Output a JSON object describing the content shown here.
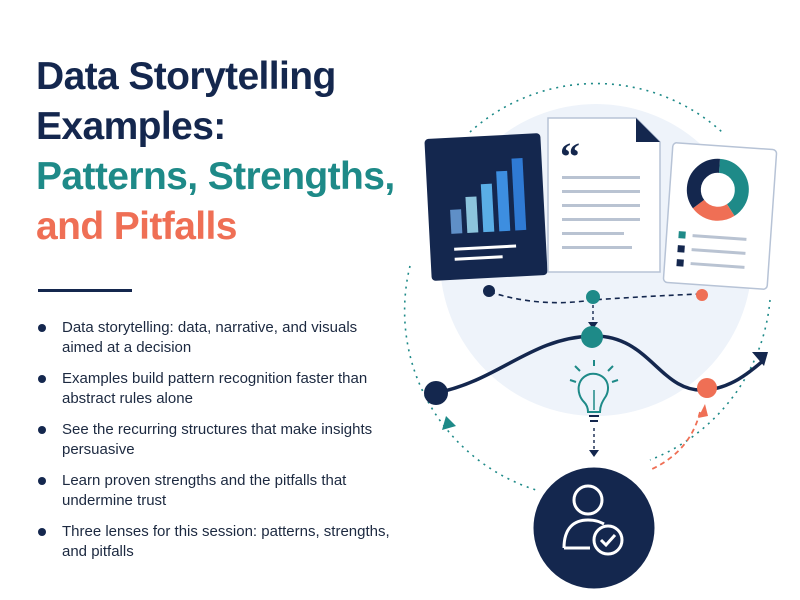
{
  "title": {
    "line1": "Data Storytelling",
    "line2": "Examples:",
    "line3": "Patterns, Strengths,",
    "line4": "and Pitfalls"
  },
  "bullets": [
    "Data storytelling: data, narrative, and visuals aimed at a decision",
    "Examples build pattern recognition faster than abstract rules alone",
    "See the recurring structures that make insights persuasive",
    "Learn proven strengths and the pitfalls that undermine trust",
    "Three lenses for this session: patterns, strengths, and pitfalls"
  ],
  "diagram": {
    "quote_mark": "“",
    "colors": {
      "navy": "#14274e",
      "teal": "#1e8a88",
      "coral": "#ef6f55",
      "light_bg": "#eef3fa",
      "bar_blue": "#3d8ee0"
    },
    "icons": [
      "bar-chart-card",
      "quote-document-card",
      "donut-chart-card",
      "lightbulb-icon",
      "user-check-icon"
    ]
  }
}
